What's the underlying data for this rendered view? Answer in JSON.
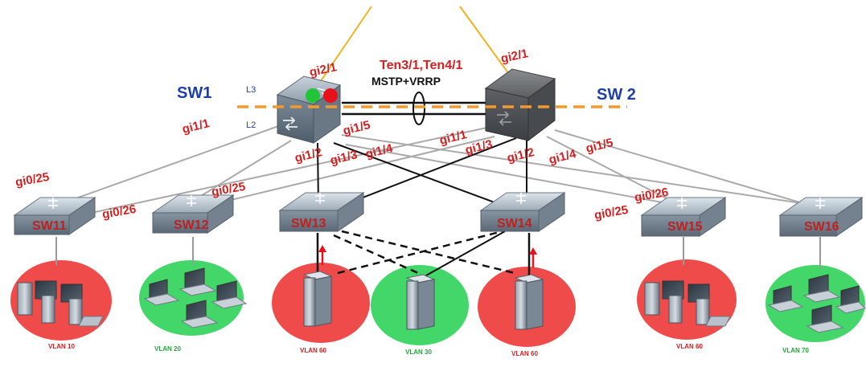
{
  "core": {
    "sw1_label": "SW1",
    "sw2_label": "SW 2",
    "l3_label": "L3",
    "l2_label": "L2",
    "trunk_ports": "Ten3/1,Ten4/1",
    "protocol": "MSTP+VRRP"
  },
  "ports": {
    "sw1_gi2_1": "gi2/1",
    "sw2_gi2_1": "gi2/1",
    "sw1_gi1_1": "gi1/1",
    "sw1_gi1_5": "gi1/5",
    "sw1_gi1_2": "gi1/2",
    "sw1_gi1_3": "gi1/3",
    "sw1_gi1_4": "gi1/4",
    "sw2_gi1_1": "gi1/1",
    "sw2_gi1_3": "gi1/3",
    "sw2_gi1_2": "gi1/2",
    "sw2_gi1_4": "gi1/4",
    "sw2_gi1_5": "gi1/5",
    "sw11_gi0_25": "gi0/25",
    "sw11_gi0_26": "gi0/26",
    "sw12_gi0_25": "gi0/25",
    "sw15_gi0_26": "gi0/26",
    "sw15_gi0_25": "gi0/25"
  },
  "access": {
    "sw11": "SW11",
    "sw12": "SW12",
    "sw13": "SW13",
    "sw14": "SW14",
    "sw15": "SW15",
    "sw16": "SW16"
  },
  "vlans": {
    "v10": "VLAN 10",
    "v20": "VLAN 20",
    "v60a": "VLAN 60",
    "v30": "VLAN 30",
    "v60b": "VLAN 60",
    "v60c": "VLAN 60",
    "v70": "VLAN 70"
  },
  "colors": {
    "vlan_red": "#f04b4b",
    "vlan_green": "#43d668",
    "port_label": "#d42020",
    "core_label": "#1f3fa8",
    "dash_orange": "#f29a2e",
    "uplink_yellow": "#f2b21e",
    "active_green": "#22c43a",
    "standby_red": "#e8101a"
  }
}
